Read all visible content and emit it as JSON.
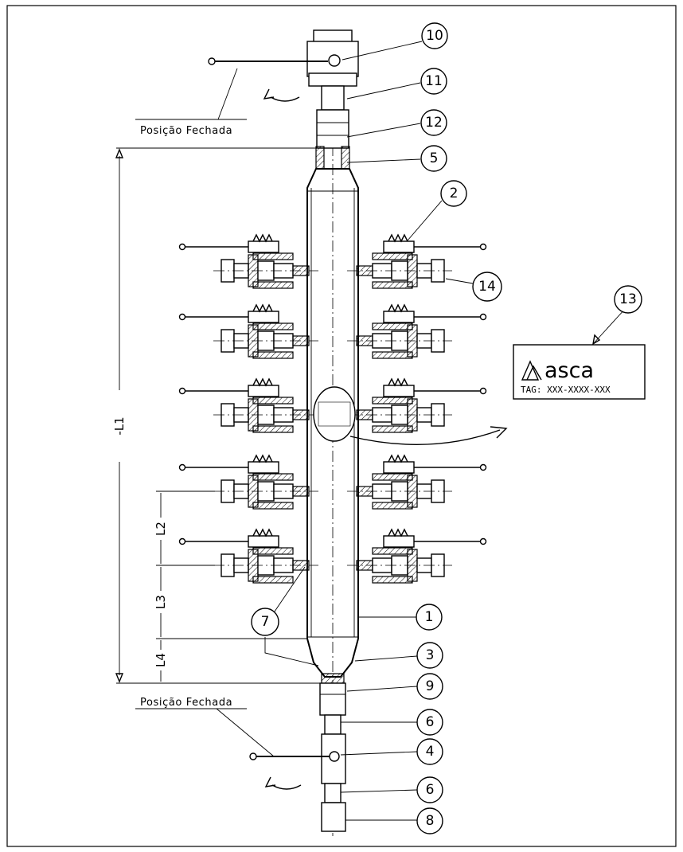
{
  "notes": {
    "top_closed": "Posição Fechada",
    "bottom_closed": "Posição Fechada"
  },
  "balloons": {
    "b10": "10",
    "b11": "11",
    "b12": "12",
    "b5": "5",
    "b2": "2",
    "b14": "14",
    "b13": "13",
    "b7": "7",
    "b1": "1",
    "b3": "3",
    "b9": "9",
    "b6a": "6",
    "b4": "4",
    "b6b": "6",
    "b8": "8"
  },
  "dimensions": {
    "l1": "-L1",
    "l2": "L2",
    "l3": "L3",
    "l4": "L4"
  },
  "nameplate": {
    "brand": "asca",
    "tag": "TAG: XXX-XXXX-XXX"
  }
}
